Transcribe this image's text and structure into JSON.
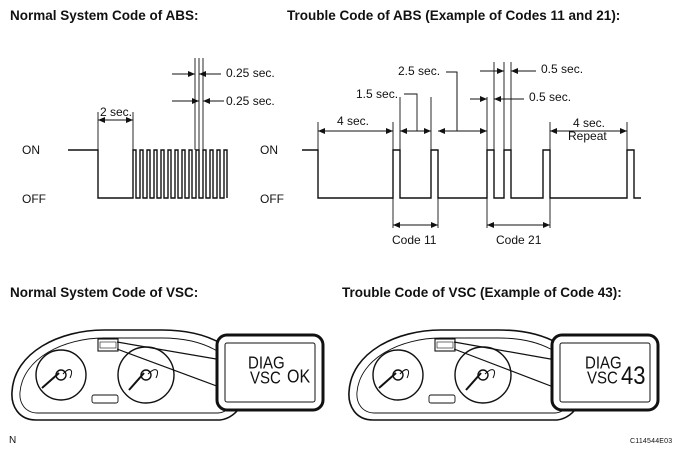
{
  "titles": {
    "abs_normal": "Normal System Code of ABS:",
    "abs_trouble": "Trouble Code of ABS (Example of Codes 11 and 21):",
    "vsc_normal": "Normal System Code of VSC:",
    "vsc_trouble": "Trouble Code of VSC (Example of Code 43):"
  },
  "abs_normal": {
    "on": "ON",
    "off": "OFF",
    "t_2sec": "2 sec.",
    "t_025a": "0.25 sec.",
    "t_025b": "0.25 sec."
  },
  "abs_trouble": {
    "on": "ON",
    "off": "OFF",
    "t_4sec": "4 sec.",
    "t_15sec": "1.5 sec.",
    "t_25sec": "2.5 sec.",
    "t_05a": "0.5 sec.",
    "t_05b": "0.5 sec.",
    "t_4sec_repeat_1": "4 sec.",
    "t_4sec_repeat_2": "Repeat",
    "code11": "Code 11",
    "code21": "Code 21"
  },
  "vsc_normal": {
    "display_line1": "DIAG",
    "display_line2": "VSC",
    "display_value": "OK"
  },
  "vsc_trouble": {
    "display_line1": "DIAG",
    "display_line2": "VSC",
    "display_value": "43"
  },
  "footer": {
    "left": "N",
    "right": "C114544E03"
  }
}
